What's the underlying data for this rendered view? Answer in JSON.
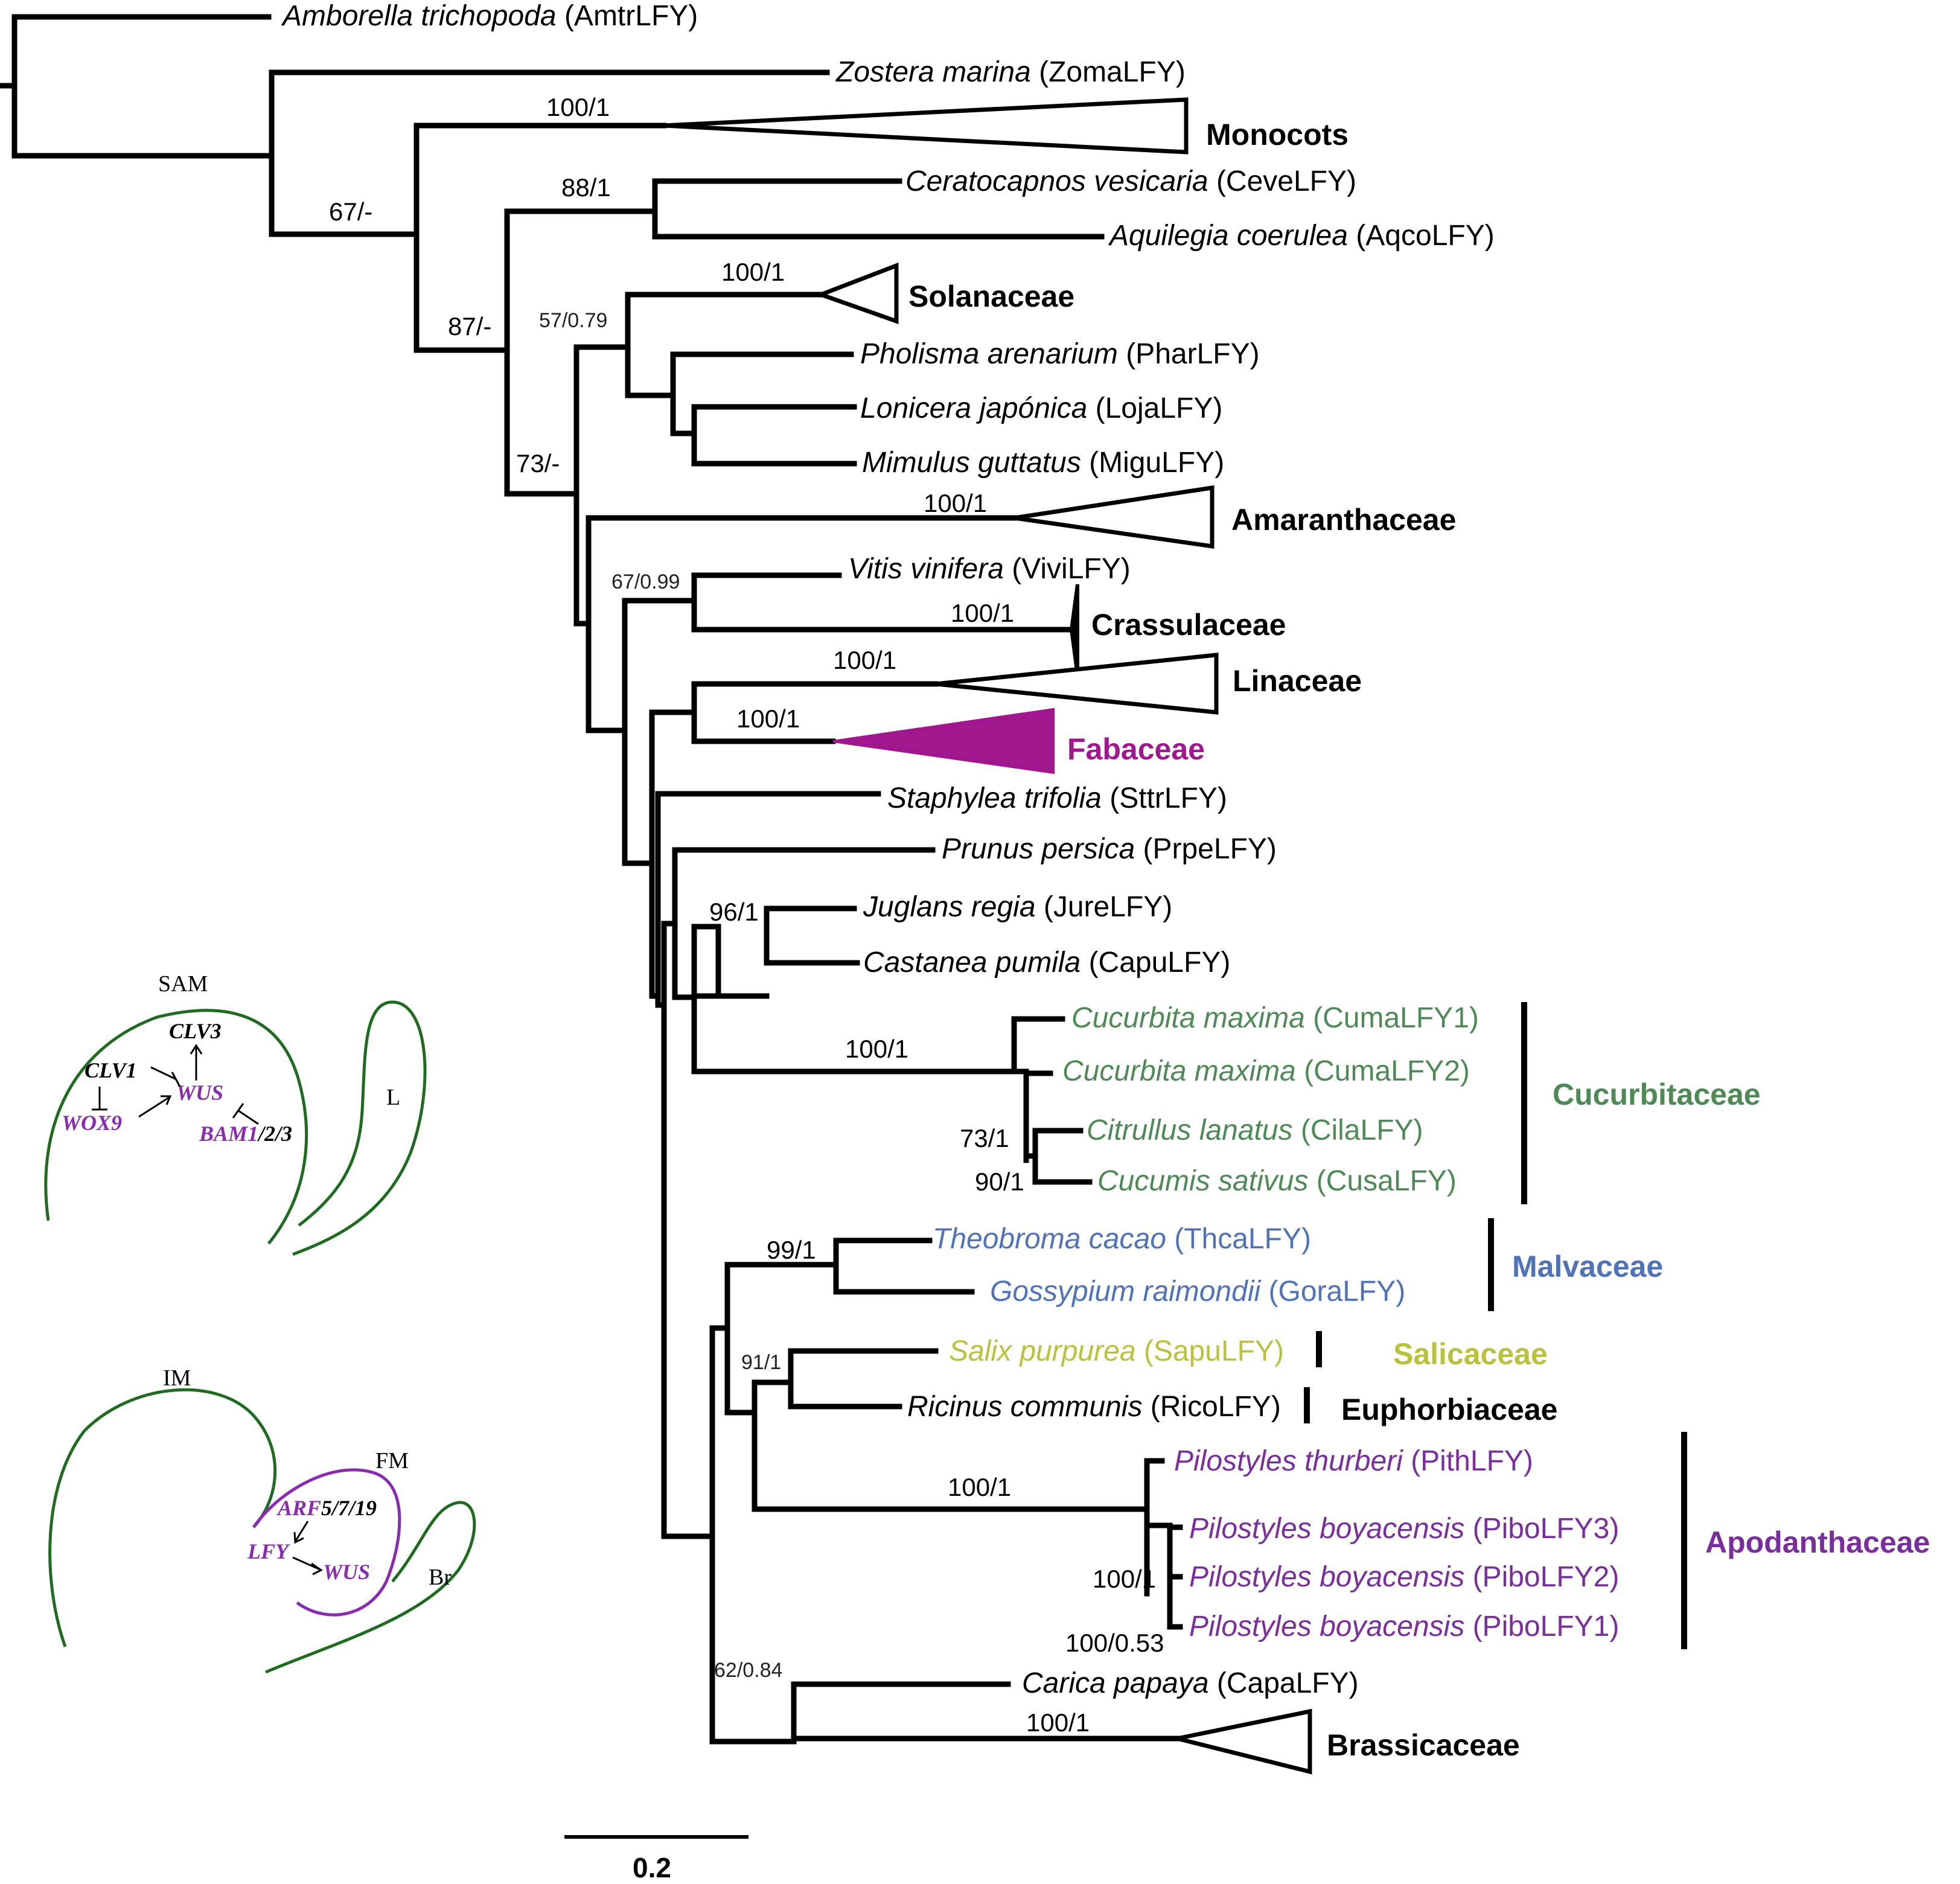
{
  "colors": {
    "black": "#000000",
    "fabaceae": "#a0178e",
    "cucurbitaceae": "#4e8a55",
    "malvaceae": "#4f72b8",
    "salicaceae": "#b8c23a",
    "apodanthaceae": "#7a2d9c",
    "schematic_outline": "#1f6b1f",
    "schematic_purple": "#8a2ab0"
  },
  "taxa": [
    {
      "species": "Amborella trichopoda",
      "code": "(AmtrLFY)"
    },
    {
      "species": "Zostera marina",
      "code": "(ZomaLFY)"
    },
    {
      "species": "Ceratocapnos vesicaria",
      "code": "(CeveLFY)"
    },
    {
      "species": "Aquilegia coerulea",
      "code": "(AqcoLFY)"
    },
    {
      "species": "Pholisma arenarium",
      "code": "(PharLFY)"
    },
    {
      "species": "Lonicera japónica",
      "code": "(LojaLFY)"
    },
    {
      "species": "Mimulus guttatus",
      "code": "(MiguLFY)"
    },
    {
      "species": "Vitis vinifera",
      "code": "(ViviLFY)"
    },
    {
      "species": "Staphylea trifolia",
      "code": "(SttrLFY)"
    },
    {
      "species": "Prunus persica",
      "code": "(PrpeLFY)"
    },
    {
      "species": "Juglans regia",
      "code": "(JureLFY)"
    },
    {
      "species": "Castanea pumila",
      "code": "(CapuLFY)"
    },
    {
      "species": "Cucurbita maxima",
      "code": "(CumaLFY1)"
    },
    {
      "species": "Cucurbita maxima",
      "code": "(CumaLFY2)"
    },
    {
      "species": "Citrullus lanatus",
      "code": "(CilaLFY)"
    },
    {
      "species": "Cucumis sativus",
      "code": "(CusaLFY)"
    },
    {
      "species": "Theobroma cacao",
      "code": "(ThcaLFY)"
    },
    {
      "species": "Gossypium raimondii",
      "code": "(GoraLFY)"
    },
    {
      "species": "Salix purpurea",
      "code": "(SapuLFY)"
    },
    {
      "species": "Ricinus communis",
      "code": "(RicoLFY)"
    },
    {
      "species": "Pilostyles thurberi",
      "code": "(PithLFY)"
    },
    {
      "species": "Pilostyles boyacensis",
      "code": "(PiboLFY3)"
    },
    {
      "species": "Pilostyles boyacensis",
      "code": "(PiboLFY2)"
    },
    {
      "species": "Pilostyles boyacensis",
      "code": "(PiboLFY1)"
    },
    {
      "species": "Carica papaya",
      "code": "(CapaLFY)"
    }
  ],
  "clades": {
    "monocots": "Monocots",
    "solanaceae": "Solanaceae",
    "amaranthaceae": "Amaranthaceae",
    "crassulaceae": "Crassulaceae",
    "linaceae": "Linaceae",
    "fabaceae": "Fabaceae",
    "cucurbitaceae": "Cucurbitaceae",
    "malvaceae": "Malvaceae",
    "salicaceae": "Salicaceae",
    "euphorbiaceae": "Euphorbiaceae",
    "apodanthaceae": "Apodanthaceae",
    "brassicaceae": "Brassicaceae"
  },
  "support": {
    "monocots": "100/1",
    "s67": "67/-",
    "s88": "88/1",
    "s87": "87/-",
    "solanaceae": "100/1",
    "s57": "57/0.79",
    "s73a": "73/-",
    "amaranthaceae": "100/1",
    "s67b": "67/0.99",
    "crassulaceae": "100/1",
    "linaceae": "100/1",
    "fabaceae": "100/1",
    "s96": "96/1",
    "cucurbit": "100/1",
    "s73b": "73/1",
    "s90": "90/1",
    "s99": "99/1",
    "s91": "91/1",
    "apod": "100/1",
    "pibo": "100/1",
    "pibo2": "100/0.53",
    "s62": "62/0.84",
    "brassicaceae": "100/1"
  },
  "scale_bar": {
    "label": "0.2",
    "value": 0.2
  },
  "schematic_sam": {
    "title": "SAM",
    "leaf": "L",
    "genes": {
      "clv3": "CLV3",
      "clv1": "CLV1",
      "wus": "WUS",
      "wox9": "WOX9",
      "bam": "BAM1",
      "bam_suffix": "/2/3"
    }
  },
  "schematic_im": {
    "title": "IM",
    "fm": "FM",
    "bract": "Br",
    "genes": {
      "arf": "ARF",
      "arf_suffix": "5/7/19",
      "lfy": "LFY",
      "wus": "WUS"
    }
  }
}
